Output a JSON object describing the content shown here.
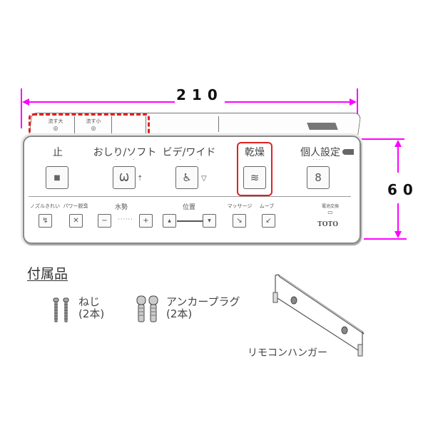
{
  "dimensions": {
    "width_label": "210",
    "height_label": "60",
    "color": "#ff00ff"
  },
  "remote": {
    "top_buttons": [
      {
        "label": "流す大"
      },
      {
        "label": "流す小"
      },
      {
        "label": ""
      }
    ],
    "main_buttons": [
      {
        "label": "止",
        "icon": "stop-square",
        "glyph": "■"
      },
      {
        "label": "おしり/ソフト",
        "icon": "bidet-rear-wash",
        "glyph": "Ѡ"
      },
      {
        "label": "ビデ/ワイド",
        "icon": "bidet-front-wash",
        "glyph": "♿"
      },
      {
        "label": "乾燥",
        "icon": "dry-wave",
        "glyph": "≋",
        "highlighted": true
      },
      {
        "label": "個人設定",
        "icon": "person-profile",
        "glyph": "8"
      }
    ],
    "sub_buttons": {
      "nozzle_clean": {
        "label": "ノズルきれい",
        "glyph": "↯"
      },
      "power_deodorize": {
        "label": "パワー脱臭",
        "glyph": "✕"
      },
      "water_pressure": {
        "label": "水勢",
        "minus": "−",
        "plus": "+"
      },
      "position": {
        "label": "位置",
        "up": "▲",
        "down": "▼"
      },
      "massage": {
        "label": "マッサージ",
        "glyph": "↘"
      },
      "move": {
        "label": "ムーブ",
        "glyph": "↙"
      },
      "battery": {
        "label": "電池交換",
        "glyph": "▭"
      }
    },
    "brand": "TOTO",
    "highlight_color": "#e02020"
  },
  "accessories": {
    "title": "付属品",
    "items": [
      {
        "name": "ねじ",
        "qty": "(2本)"
      },
      {
        "name": "アンカープラグ",
        "qty": "(2本)"
      },
      {
        "name": "リモコンハンガー",
        "qty": ""
      }
    ]
  }
}
